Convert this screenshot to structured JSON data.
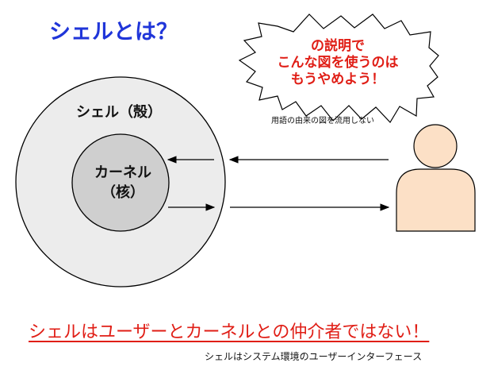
{
  "title": "シェルとは？",
  "shell": {
    "label": "シェル（殻）"
  },
  "kernel": {
    "line1": "カーネル",
    "line2": "（核）"
  },
  "callout": {
    "line1": "の説明で",
    "line2": "こんな図を使うのは",
    "line3": "もうやめよう！",
    "note": "用語の由来の図を流用しない"
  },
  "warning": "シェルはユーザーとカーネルとの仲介者ではない！",
  "footnote": "シェルはシステム環境のユーザーインターフェース",
  "colors": {
    "title": "#1f35d9",
    "alert": "#e01e16",
    "shell_fill": "#ececec",
    "kernel_fill": "#cfcfcf",
    "user_fill": "#fce0c6"
  },
  "icons": [
    "user-icon"
  ]
}
